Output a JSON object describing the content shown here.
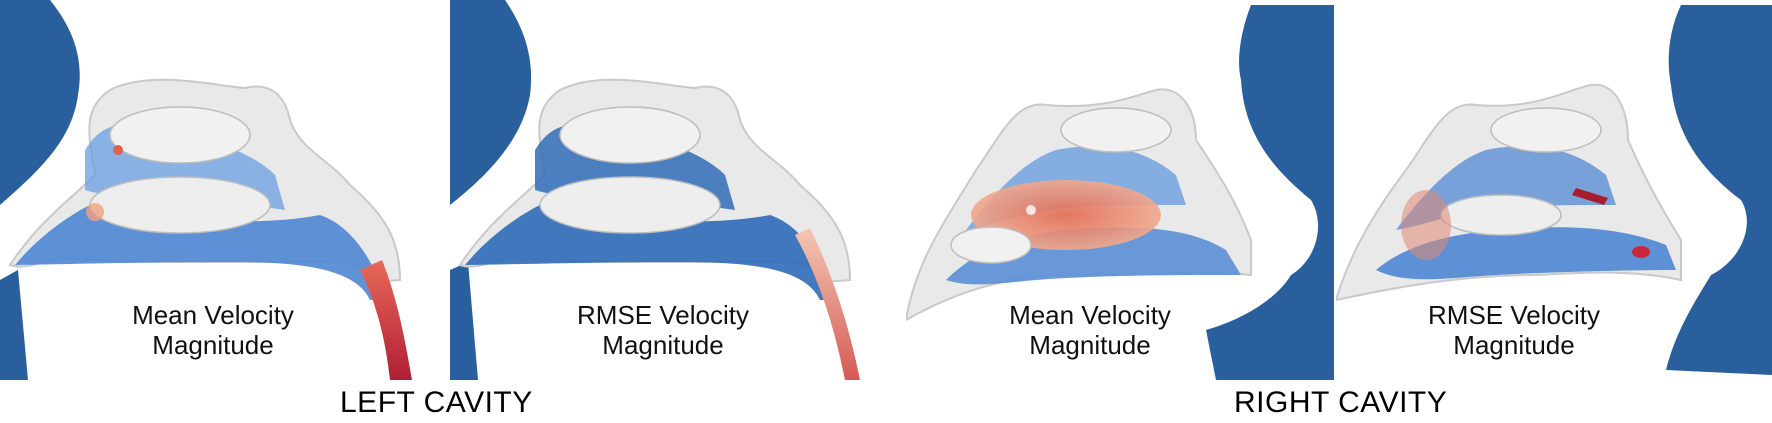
{
  "panels": [
    {
      "line1": "Mean Velocity",
      "line2": "Magnitude"
    },
    {
      "line1": "RMSE Velocity",
      "line2": "Magnitude"
    },
    {
      "line1": "Mean Velocity",
      "line2": "Magnitude"
    },
    {
      "line1": "RMSE Velocity",
      "line2": "Magnitude"
    }
  ],
  "captions": {
    "left": "LEFT CAVITY",
    "right": "RIGHT CAVITY"
  },
  "colors": {
    "profile": "#2a5f9e",
    "flow_low": "#5b8fd6",
    "flow_high": "#c8283a",
    "shell": "#e8e8e8"
  }
}
